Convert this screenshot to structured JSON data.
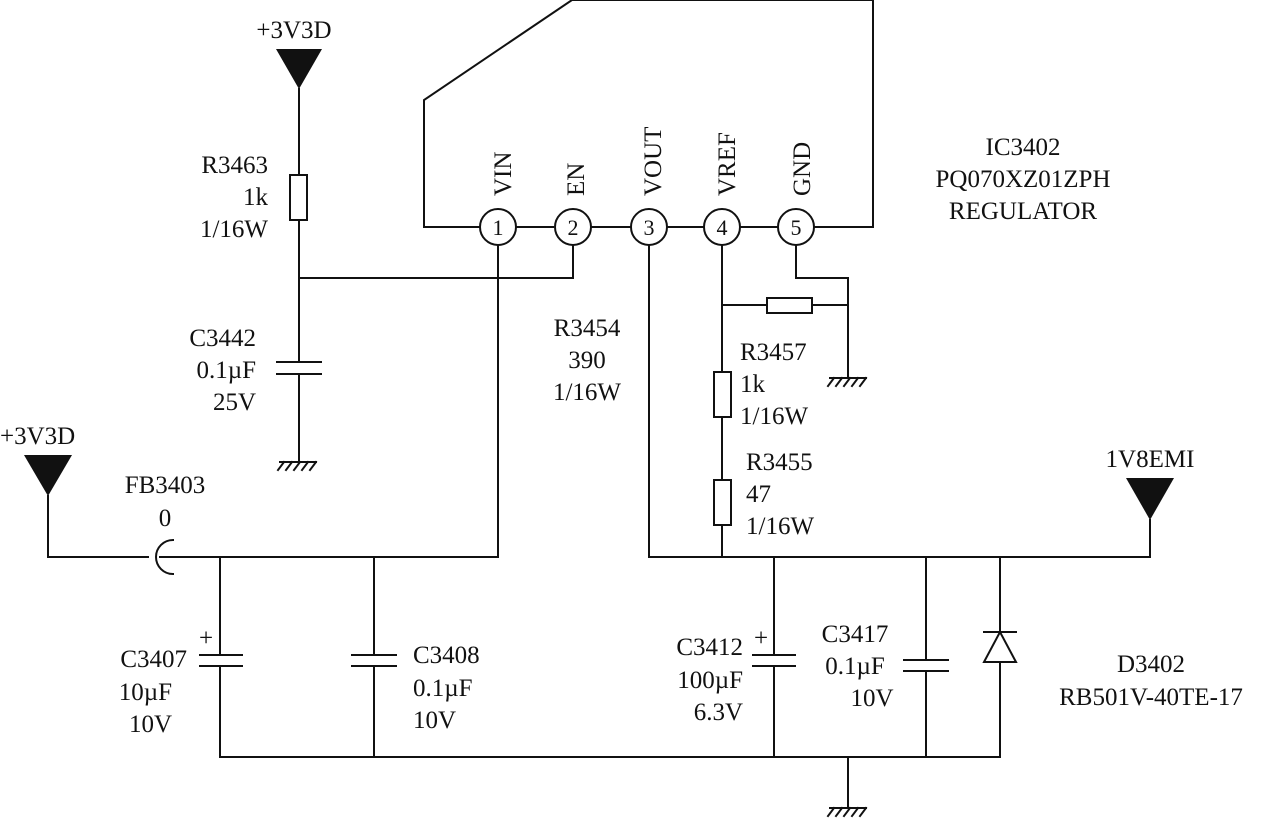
{
  "ic": {
    "ref": "IC3402",
    "part": "PQ070XZ01ZPH",
    "type": "REGULATOR",
    "pins": [
      {
        "num": "1",
        "name": "VIN"
      },
      {
        "num": "2",
        "name": "EN"
      },
      {
        "num": "3",
        "name": "VOUT"
      },
      {
        "num": "4",
        "name": "VREF"
      },
      {
        "num": "5",
        "name": "GND"
      }
    ]
  },
  "rails": {
    "top_supply": "+3V3D",
    "left_supply": "+3V3D",
    "output": "1V8EMI"
  },
  "components": {
    "r3463": {
      "ref": "R3463",
      "value": "1k",
      "power": "1/16W"
    },
    "c3442": {
      "ref": "C3442",
      "value": "0.1µF",
      "voltage": "25V"
    },
    "r3454": {
      "ref": "R3454",
      "value": "390",
      "power": "1/16W"
    },
    "r3457": {
      "ref": "R3457",
      "value": "1k",
      "power": "1/16W"
    },
    "r3455": {
      "ref": "R3455",
      "value": "47",
      "power": "1/16W"
    },
    "fb3403": {
      "ref": "FB3403",
      "value": "0"
    },
    "c3407": {
      "ref": "C3407",
      "value": "10µF",
      "voltage": "10V",
      "polarity": "+"
    },
    "c3408": {
      "ref": "C3408",
      "value": "0.1µF",
      "voltage": "10V"
    },
    "c3412": {
      "ref": "C3412",
      "value": "100µF",
      "voltage": "6.3V",
      "polarity": "+"
    },
    "c3417": {
      "ref": "C3417",
      "value": "0.1µF",
      "voltage": "10V"
    },
    "d3402": {
      "ref": "D3402",
      "part": "RB501V-40TE-17"
    }
  }
}
